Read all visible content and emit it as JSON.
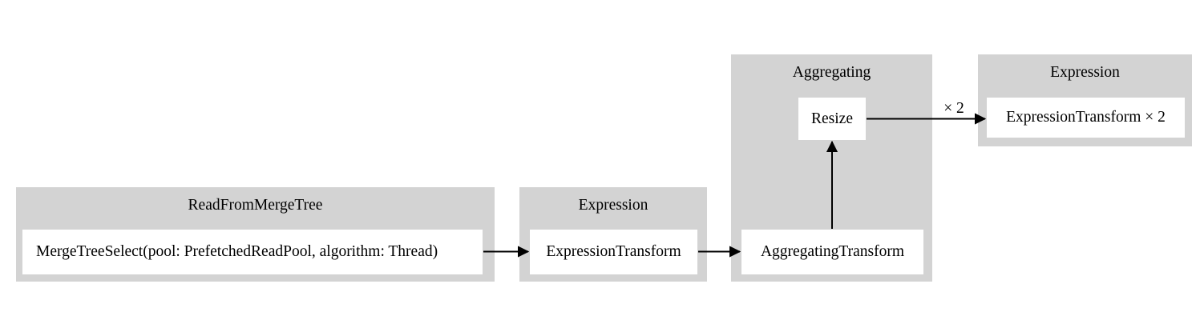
{
  "diagram": {
    "type": "pipeline-graph",
    "background": "#ffffff",
    "cluster_fill": "#d3d3d3",
    "node_fill": "#ffffff",
    "edge_color": "#000000",
    "clusters": [
      {
        "id": "cluster-read-from-merge-tree",
        "label": "ReadFromMergeTree",
        "nodes": [
          {
            "id": "node-merge-tree-select",
            "label": "MergeTreeSelect(pool: PrefetchedReadPool, algorithm: Thread)"
          }
        ]
      },
      {
        "id": "cluster-expression-1",
        "label": "Expression",
        "nodes": [
          {
            "id": "node-expression-transform",
            "label": "ExpressionTransform"
          }
        ]
      },
      {
        "id": "cluster-aggregating",
        "label": "Aggregating",
        "nodes": [
          {
            "id": "node-resize",
            "label": "Resize"
          },
          {
            "id": "node-aggregating-transform",
            "label": "AggregatingTransform"
          }
        ]
      },
      {
        "id": "cluster-expression-2",
        "label": "Expression",
        "nodes": [
          {
            "id": "node-expression-transform-x2",
            "label": "ExpressionTransform × 2"
          }
        ]
      }
    ],
    "edges": [
      {
        "id": "edge-mergetreeselect-to-expressiontransform",
        "from": "node-merge-tree-select",
        "to": "node-expression-transform",
        "label": ""
      },
      {
        "id": "edge-expressiontransform-to-aggregatingtransform",
        "from": "node-expression-transform",
        "to": "node-aggregating-transform",
        "label": ""
      },
      {
        "id": "edge-aggregatingtransform-to-resize",
        "from": "node-aggregating-transform",
        "to": "node-resize",
        "label": ""
      },
      {
        "id": "edge-resize-to-expressiontransform-x2",
        "from": "node-resize",
        "to": "node-expression-transform-x2",
        "label": "× 2"
      }
    ]
  }
}
